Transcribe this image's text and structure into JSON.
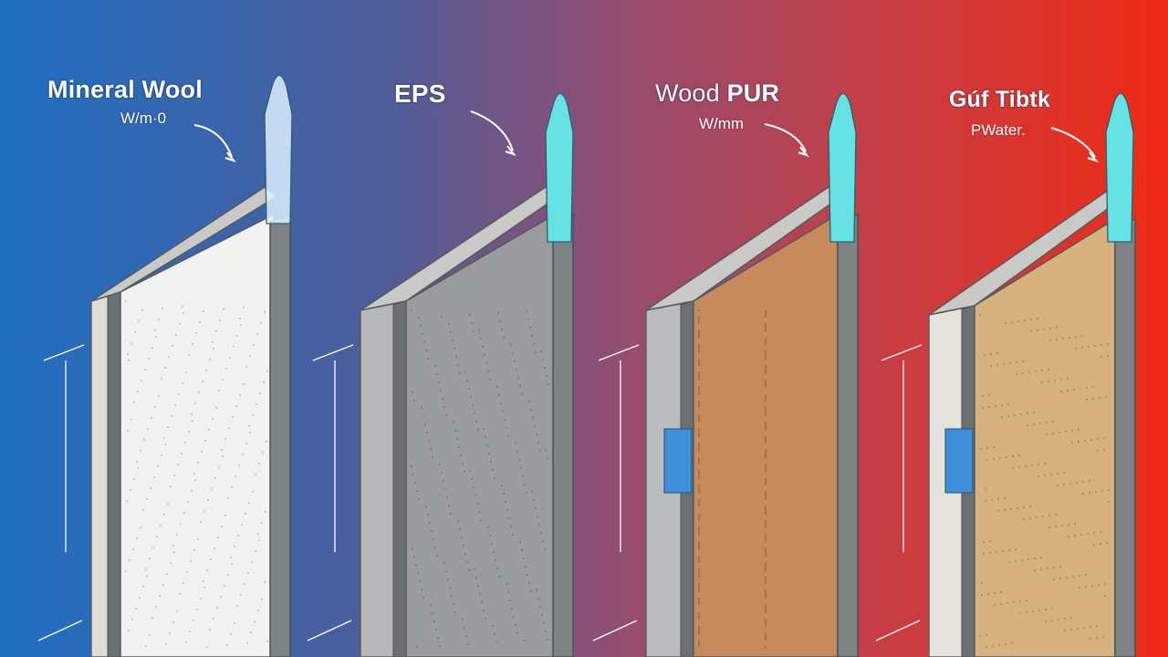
{
  "colors": {
    "gradient_left": "#1f6fc2",
    "gradient_mid": "#8a4e77",
    "gradient_right": "#ee2a14",
    "water_cyan": "#66e2e4",
    "tape_blue": "#3f8fd9",
    "frame_grey": "#6b7073"
  },
  "panels": [
    {
      "title": "Mineral Wool",
      "unit": "W/m·0",
      "core_color": "#f2f2f0",
      "edge_color": "#e0ddd8",
      "water_icon": "ice-water-bottle-icon"
    },
    {
      "title": "EPS",
      "unit": "",
      "core_color": "#9a9b9d",
      "edge_color": "#b7b8b9",
      "water_icon": "water-bottle-icon"
    },
    {
      "title_regular": "Wood",
      "title_bold": "PUR",
      "unit": "W/mm",
      "core_color": "#c68a5c",
      "edge_color": "#b9bdbe",
      "water_icon": "water-bottle-icon"
    },
    {
      "title": "Gúf Tibtk",
      "unit": "PWater.",
      "core_color": "#d7b27e",
      "edge_color": "#e6e2dc",
      "water_icon": "water-bottle-icon"
    }
  ]
}
